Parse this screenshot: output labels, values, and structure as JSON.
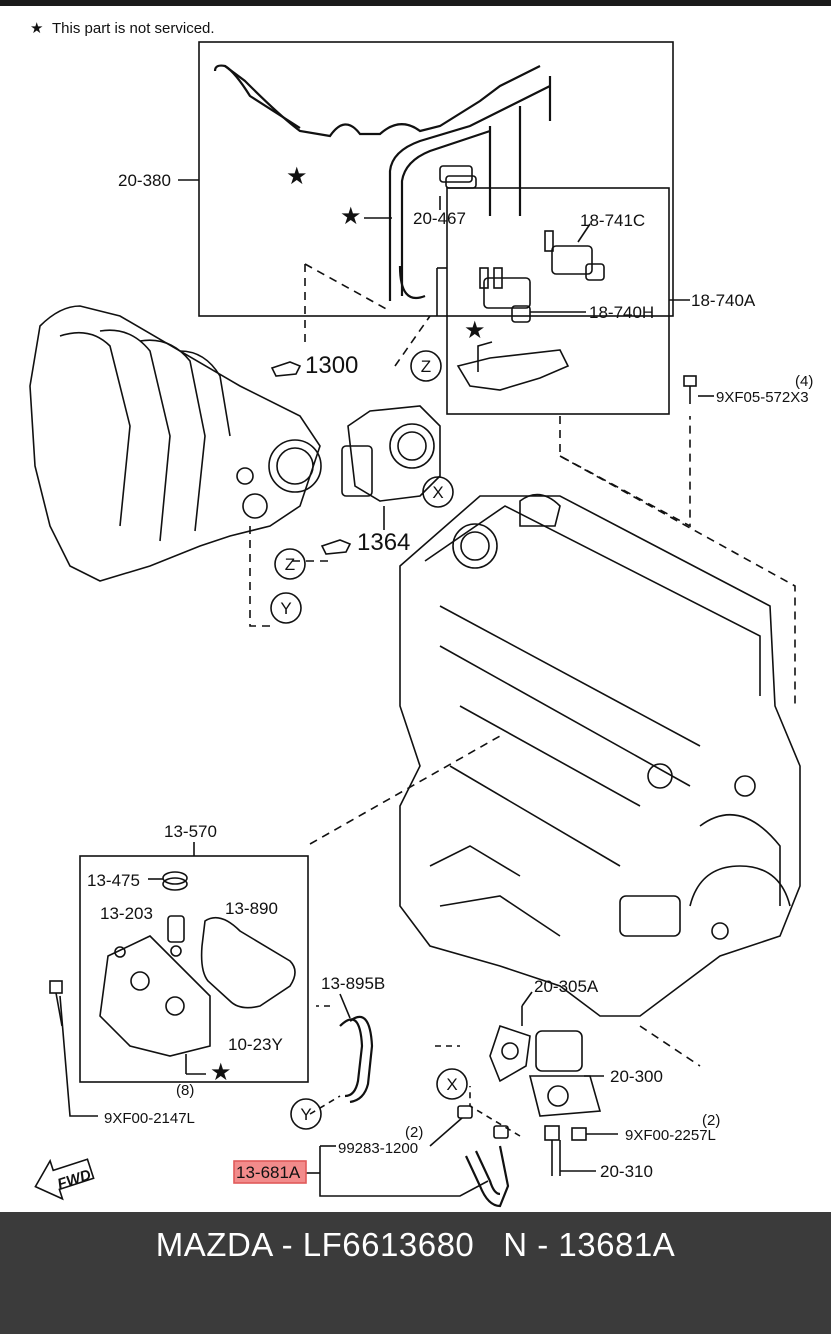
{
  "note": {
    "star": "★",
    "text": "This part is not serviced."
  },
  "labels": {
    "l20_380": "20-380",
    "l20_467": "20-467",
    "l18_741C": "18-741C",
    "l18_740H": "18-740H",
    "l18_740A": "18-740A",
    "l9XF05_qty": "(4)",
    "l9XF05": "9XF05-572X3",
    "l1300": "1300",
    "l1364": "1364",
    "l13_570": "13-570",
    "l13_475": "13-475",
    "l13_203": "13-203",
    "l13_890": "13-890",
    "l13_895B": "13-895B",
    "l10_23Y": "10-23Y",
    "l8": "(8)",
    "l9XF00_2147L": "9XF00-2147L",
    "l20_305A": "20-305A",
    "l20_300": "20-300",
    "l2a": "(2)",
    "l99283": "99283-1200",
    "l2b": "(2)",
    "l9XF00_2257L": "9XF00-2257L",
    "l13_681A": "13-681A",
    "l20_310": "20-310",
    "fwd": "FWD"
  },
  "callouts": {
    "Z1": "Z",
    "Z2": "Z",
    "X1": "X",
    "X2": "X",
    "Y1": "Y",
    "Y2": "Y"
  },
  "highlight_color": "#f28b8b",
  "footer": {
    "text": "MAZDA - LF6613680   N - 13681A"
  }
}
